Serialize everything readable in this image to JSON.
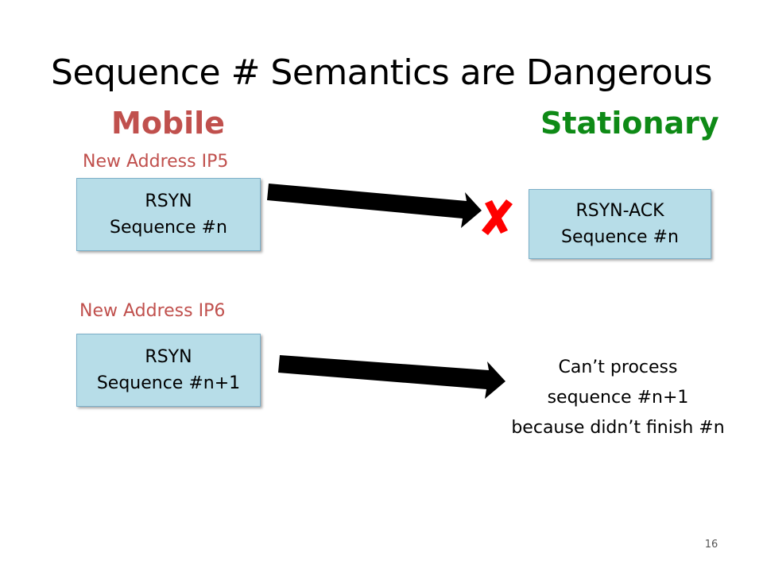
{
  "slide": {
    "title": "Sequence # Semantics are Dangerous",
    "page_number": "16"
  },
  "mobile": {
    "heading": "Mobile",
    "address_1": "New Address IP5",
    "address_2": "New Address IP6",
    "packet_1": {
      "line1": "RSYN",
      "line2": "Sequence #n"
    },
    "packet_2": {
      "line1": "RSYN",
      "line2": "Sequence #n+1"
    }
  },
  "stationary": {
    "heading": "Stationary",
    "packet_ack": {
      "line1": "RSYN-ACK",
      "line2": "Sequence #n"
    },
    "note": {
      "line1": "Can’t process",
      "line2": "sequence #n+1",
      "line3": "because didn’t finish #n"
    }
  },
  "colors": {
    "mobile": "#c0504d",
    "stationary": "#0e8a16",
    "packet_fill": "#b7dde8",
    "failure_mark": "#ff0000",
    "arrow": "#000000"
  },
  "icons": {
    "failure": "red-x-icon"
  }
}
